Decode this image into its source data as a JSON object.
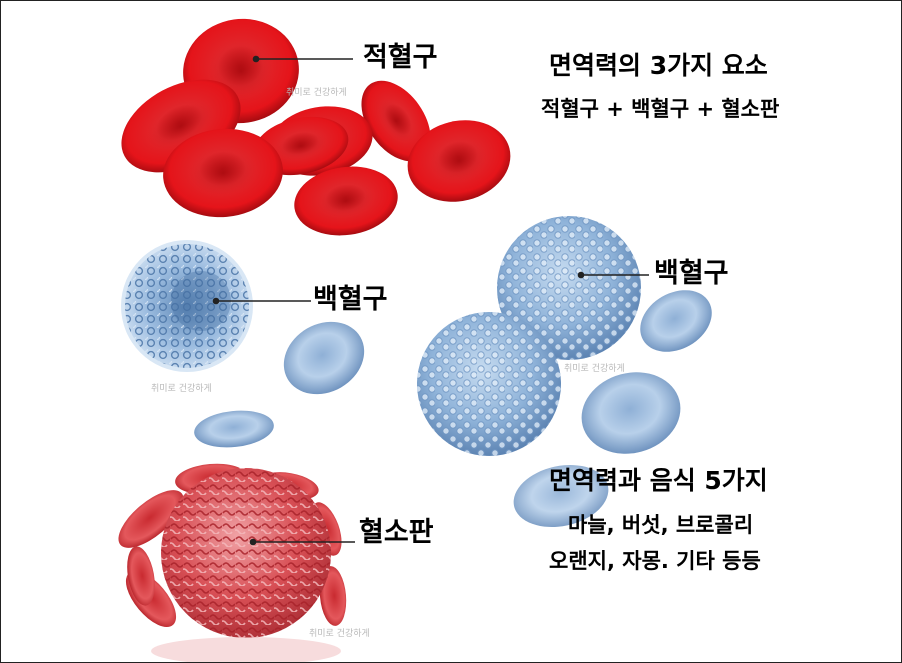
{
  "labels": {
    "rbc": "적혈구",
    "wbc_left": "백혈구",
    "wbc_right": "백혈구",
    "platelet": "혈소판"
  },
  "info": {
    "title1": "면역력의 3가지 요소",
    "line1": "적혈구 + 백혈구 + 혈소판",
    "title2": "면역력과 음식 5가지",
    "line2": "마늘, 버섯, 브로콜리",
    "line3": "오랜지, 자몽. 기타 등등"
  },
  "watermark": "취미로 건강하게",
  "colors": {
    "rbc": "#d8161c",
    "wbc": "#8fb3d9",
    "platelet": "#d84f55"
  }
}
